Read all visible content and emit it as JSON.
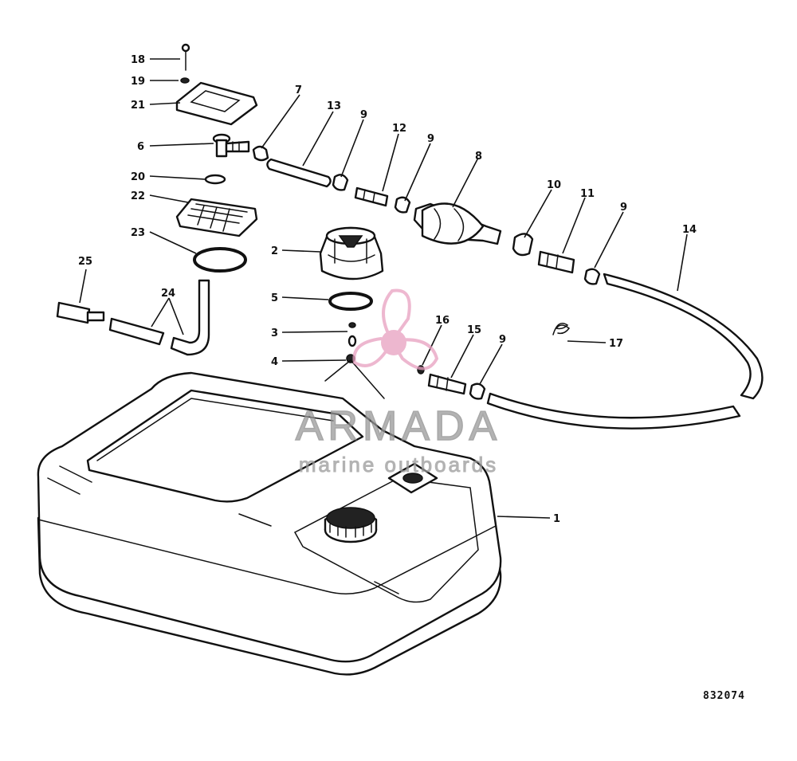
{
  "diagram": {
    "drawing_number": "832074",
    "callouts": {
      "p1": "1",
      "p2": "2",
      "p3": "3",
      "p4": "4",
      "p5": "5",
      "p6": "6",
      "p7": "7",
      "p8": "8",
      "p9a": "9",
      "p9b": "9",
      "p9c": "9",
      "p9d": "9",
      "p10": "10",
      "p11": "11",
      "p12": "12",
      "p13": "13",
      "p14": "14",
      "p15": "15",
      "p16": "16",
      "p17": "17",
      "p18": "18",
      "p19": "19",
      "p20": "20",
      "p21": "21",
      "p22": "22",
      "p23": "23",
      "p24": "24",
      "p25": "25"
    }
  },
  "watermark": {
    "brand": "ARMADA",
    "tagline": "marine outboards",
    "accent": "#e8a0c0",
    "text_color": "#9a9a9a"
  }
}
